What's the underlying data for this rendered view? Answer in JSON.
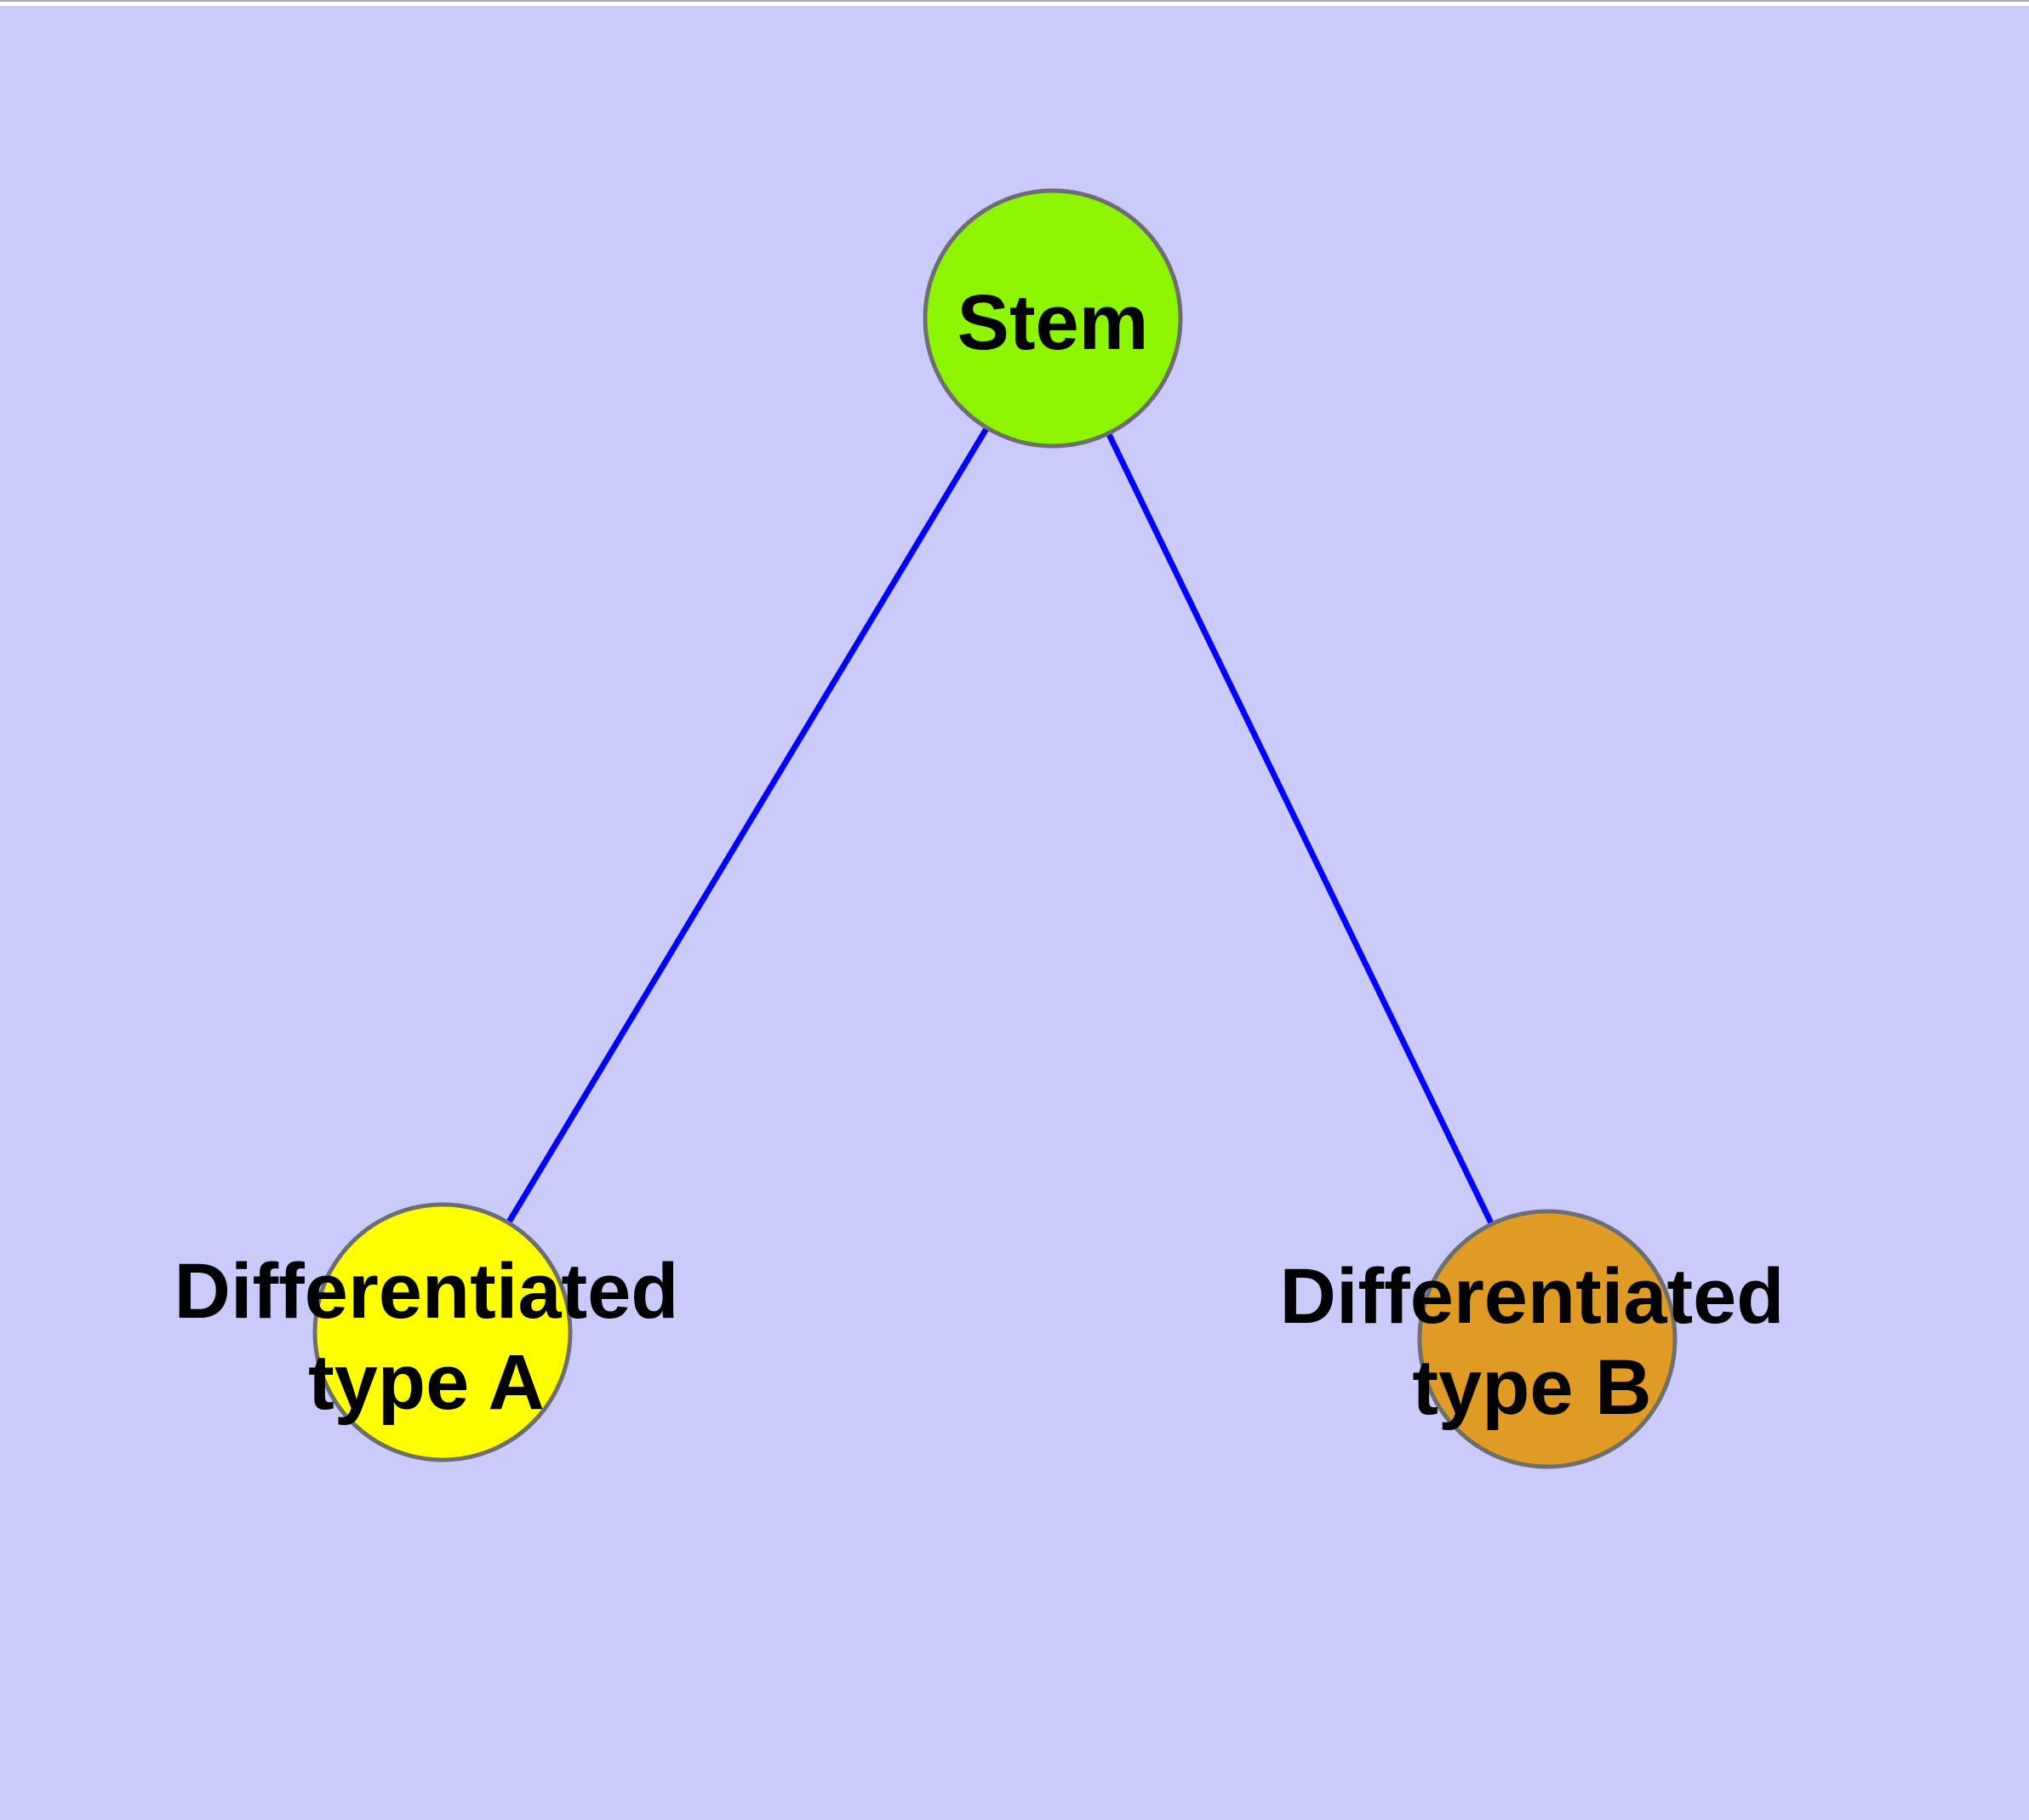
{
  "canvas": {
    "background_color": "#CACAFB",
    "top_strip_color": "#FFFFFF",
    "top_strip_border_color": "#A8A8B4"
  },
  "graph": {
    "nodes": [
      {
        "id": "stem",
        "label_line1": "Stem",
        "label_line2": "",
        "fill_color": "#8DF500",
        "border_color": "#6E6E6E",
        "text_color": "#000000"
      },
      {
        "id": "differentiated-type-a",
        "label_line1": "Differentiated",
        "label_line2": "type A",
        "fill_color": "#FFFF00",
        "border_color": "#6E6E6E",
        "text_color": "#000000"
      },
      {
        "id": "differentiated-type-b",
        "label_line1": "Differentiated",
        "label_line2": "type B",
        "fill_color": "#E09B25",
        "border_color": "#6E6E6E",
        "text_color": "#000000"
      }
    ],
    "edges": [
      {
        "from": "stem",
        "to": "differentiated-type-a",
        "color": "#0000FF"
      },
      {
        "from": "stem",
        "to": "differentiated-type-b",
        "color": "#0000FF"
      }
    ]
  }
}
